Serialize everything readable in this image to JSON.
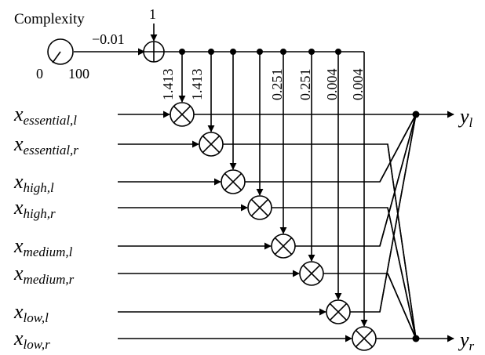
{
  "complexity": {
    "label": "Complexity",
    "knob_min": "0",
    "knob_max": "100"
  },
  "adder": {
    "gain": "−0.01",
    "offset": "1"
  },
  "gains": [
    "1.413",
    "1.413",
    "0.251",
    "0.251",
    "0.004",
    "0.004"
  ],
  "inputs": [
    {
      "base": "x",
      "sub": "essential,l"
    },
    {
      "base": "x",
      "sub": "essential,r"
    },
    {
      "base": "x",
      "sub": "high,l"
    },
    {
      "base": "x",
      "sub": "high,r"
    },
    {
      "base": "x",
      "sub": "medium,l"
    },
    {
      "base": "x",
      "sub": "medium,r"
    },
    {
      "base": "x",
      "sub": "low,l"
    },
    {
      "base": "x",
      "sub": "low,r"
    }
  ],
  "outputs": [
    {
      "base": "y",
      "sub": "l"
    },
    {
      "base": "y",
      "sub": "r"
    }
  ]
}
